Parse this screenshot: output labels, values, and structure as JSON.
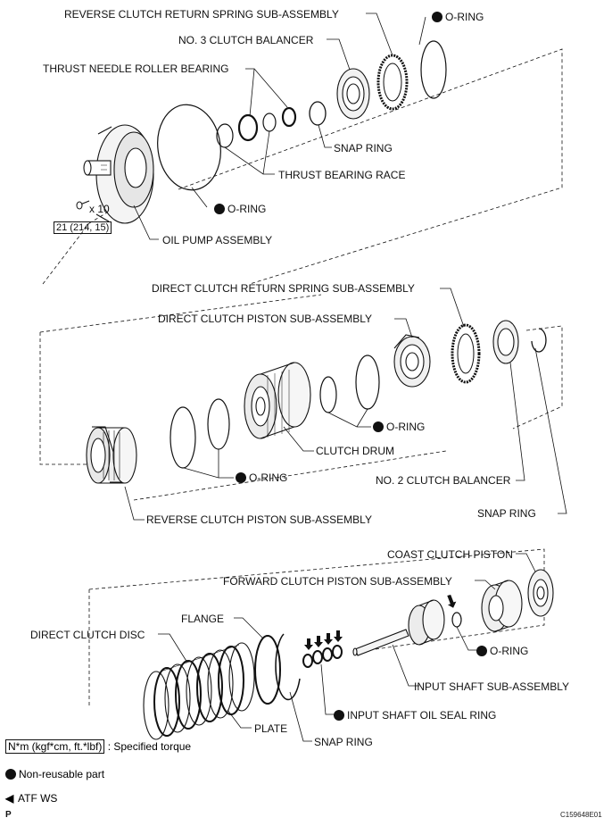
{
  "labels": {
    "reverse_clutch_return_spring": "REVERSE CLUTCH RETURN SPRING SUB-ASSEMBLY",
    "o_ring_top": "O-RING",
    "no3_clutch_balancer": "NO. 3 CLUTCH BALANCER",
    "thrust_needle_roller_bearing": "THRUST NEEDLE ROLLER BEARING",
    "snap_ring_top": "SNAP RING",
    "thrust_bearing_race": "THRUST BEARING RACE",
    "bolt_count": "x 10",
    "o_ring_pump": "O-RING",
    "torque_spec": "21 (214, 15)",
    "oil_pump_assembly": "OIL PUMP ASSEMBLY",
    "direct_clutch_return_spring": "DIRECT CLUTCH RETURN SPRING SUB-ASSEMBLY",
    "direct_clutch_piston": "DIRECT CLUTCH PISTON SUB-ASSEMBLY",
    "o_ring_drum": "O-RING",
    "clutch_drum": "CLUTCH DRUM",
    "o_ring_reverse": "O-RING",
    "no2_clutch_balancer": "NO. 2 CLUTCH BALANCER",
    "reverse_clutch_piston": "REVERSE CLUTCH PISTON SUB-ASSEMBLY",
    "snap_ring_mid": "SNAP RING",
    "coast_clutch_piston": "COAST CLUTCH PISTON",
    "forward_clutch_piston": "FORWARD CLUTCH PISTON SUB-ASSEMBLY",
    "flange": "FLANGE",
    "direct_clutch_disc": "DIRECT CLUTCH DISC",
    "o_ring_input": "O-RING",
    "input_shaft": "INPUT SHAFT SUB-ASSEMBLY",
    "input_shaft_seal_ring": "INPUT SHAFT OIL SEAL RING",
    "plate": "PLATE",
    "snap_ring_bottom": "SNAP RING"
  },
  "legend": {
    "torque_unit": "N*m (kgf*cm, ft.*lbf)",
    "torque_desc": ": Specified torque",
    "non_reusable": "Non-reusable part",
    "atf": "ATF WS"
  },
  "footer": {
    "page_letter": "P",
    "figure_code": "C159648E01"
  }
}
